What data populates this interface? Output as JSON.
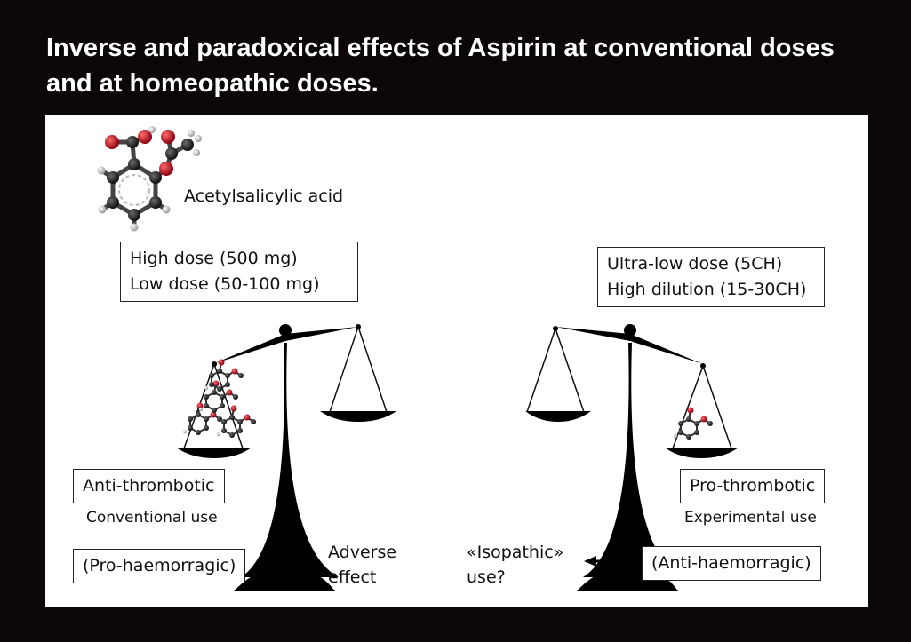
{
  "title": {
    "line1": "Inverse and paradoxical effects of Aspirin at conventional doses",
    "line2": "and at homeopathic doses."
  },
  "molecule": {
    "label": "Acetylsalicylic acid"
  },
  "left": {
    "dose_line1": "High dose (500 mg)",
    "dose_line2": "Low dose (50-100 mg)",
    "effect": "Anti-thrombotic",
    "use": "Conventional use",
    "side": "(Pro-haemorragic)",
    "outcome_line1": "Adverse",
    "outcome_line2": "effect"
  },
  "right": {
    "dose_line1": "Ultra-low dose (5CH)",
    "dose_line2": "High dilution (15-30CH)",
    "effect": "Pro-thrombotic",
    "use": "Experimental use",
    "side": "(Anti-haemorragic)",
    "outcome_line1": "«Isopathic»",
    "outcome_line2": "use?"
  },
  "colors": {
    "background": "#0c0707",
    "panel": "#ffffff",
    "oxygen": "#c8102e",
    "carbon": "#1a1a1a",
    "hydrogen": "#e6e6e6"
  }
}
